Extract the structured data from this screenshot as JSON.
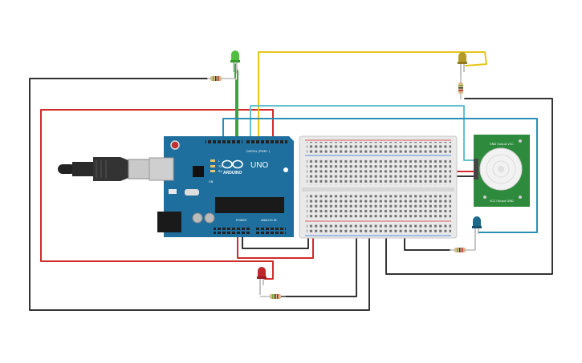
{
  "board": {
    "brand": "ARDUINO",
    "model": "UNO",
    "digital_label": "DIGITAL (PWM~)",
    "power_label": "POWER",
    "analog_label": "ANALOG IN",
    "tx_label": "TX",
    "rx_label": "RX",
    "l_label": "L",
    "on_label": "ON"
  },
  "sensor": {
    "top_label": "GND Output VCC",
    "bottom_label": "VCC Output GND"
  },
  "colors": {
    "wire_red": "#d22b2b",
    "wire_black": "#333333",
    "wire_green": "#3aa53a",
    "wire_yellow": "#e6c619",
    "wire_cyan": "#62c1cc",
    "wire_blue": "#2a8fb5",
    "board": "#1f6f9e",
    "sensor_pcb": "#2e8b3d",
    "led_green": "#4fbf3f",
    "led_yellow": "#b39b2a",
    "led_red": "#c0272d",
    "led_blue": "#1e6a8a"
  },
  "components": {
    "leds": [
      "green-led",
      "yellow-led",
      "red-led",
      "blue-led"
    ],
    "resistors": 4,
    "usb": "usb-b-connector",
    "power_jack": "dc-barrel-jack"
  }
}
